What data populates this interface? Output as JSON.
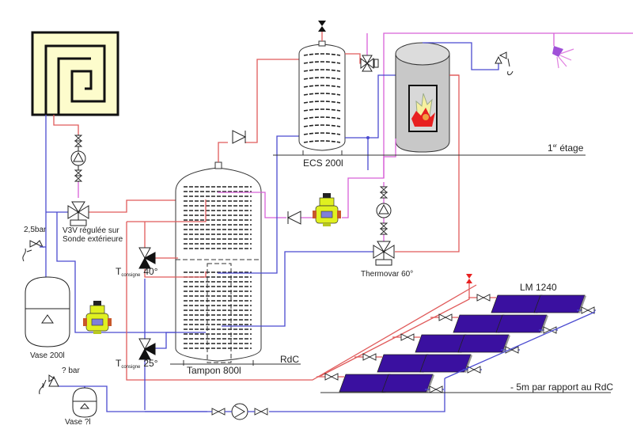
{
  "diagram": {
    "title": "Schéma hydraulique chauffage solaire",
    "colors": {
      "hot": "#e05a5a",
      "cold": "#4a4ad0",
      "dhw": "#d860d8",
      "floor_heating_fill": "#fdfccc",
      "solar_panel": "#3a10a0",
      "stove_body": "#c8c8c8",
      "pump_station": "#e0f020"
    },
    "labels": {
      "v3v_line1": "V3V régulée sur",
      "v3v_line2": "Sonde extérieure",
      "safety_valve_pressure": "2,5bar",
      "expansion_vessel_big": "Vase 200l",
      "expansion_vessel_small": "Vase ?l",
      "safety_valve_solar": "? bar",
      "setpoint_prefix": "T",
      "setpoint_sub": "consigne",
      "setpoint_top": "40°",
      "setpoint_bottom": "25°",
      "buffer_tank": "Tampon 800l",
      "ground_floor": "RdC",
      "dhw_tank": "ECS 200l",
      "first_floor_num": "1",
      "first_floor_sup": "er",
      "first_floor_text": " étage",
      "thermovar": "Thermovar 60°",
      "solar_model": "LM 1240",
      "solar_level": "- 5m par rapport au RdC"
    },
    "icons": [
      "floor-heating-icon",
      "pump-icon",
      "three-way-valve-icon",
      "safety-valve-icon",
      "expansion-vessel-icon",
      "pump-station-icon",
      "check-valve-icon",
      "isolation-valve-icon",
      "buffer-tank-icon",
      "dhw-tank-icon",
      "wood-stove-icon",
      "shower-icon",
      "air-vent-icon",
      "solar-panel-icon"
    ],
    "solar_panel_count": 10
  }
}
